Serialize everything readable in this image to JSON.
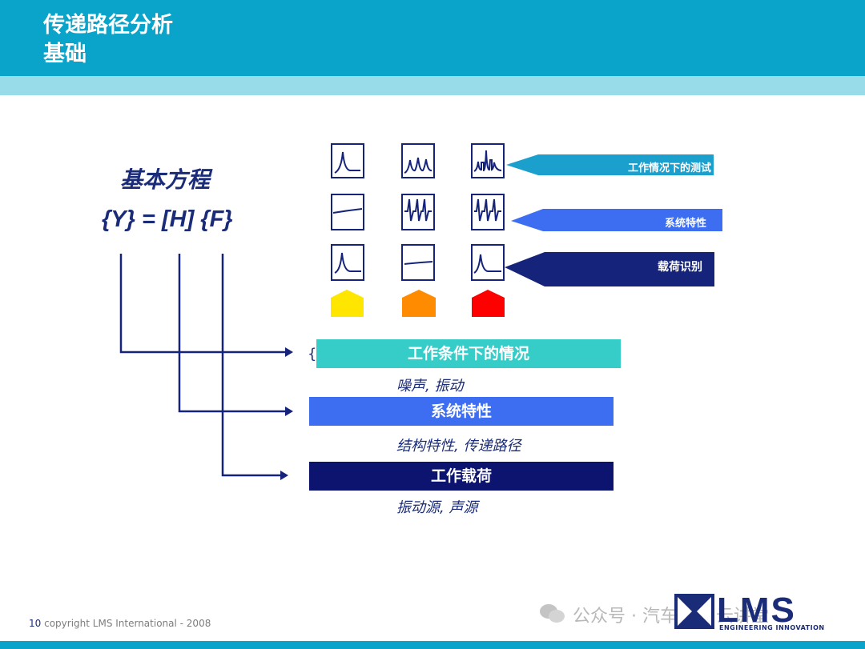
{
  "header": {
    "title_line1": "传递路径分析",
    "title_line2": "基础"
  },
  "equation": {
    "title": "基本方程",
    "formula": "{Y} = [H] {F}"
  },
  "bars": {
    "operating": {
      "label": "工作条件下的情况",
      "desc": "噪声, 振动",
      "color": "#36cdc9"
    },
    "system": {
      "label": "系统特性",
      "desc": "结构特性, 传递路径",
      "color": "#3d6ef2"
    },
    "load": {
      "label": "工作载荷",
      "desc": "振动源, 声源",
      "color": "#0d1470"
    }
  },
  "stray": {
    "brace": "{"
  },
  "arrows": {
    "test": {
      "label": "工作情况下的测试",
      "color": "#1b9fcc"
    },
    "system": {
      "label": "系统特性",
      "color": "#3d6ef2"
    },
    "load": {
      "label": "载荷识别",
      "color": "#15247a"
    }
  },
  "icons": {
    "source_colors": [
      "#ffe600",
      "#ff8c00",
      "#ff0000"
    ]
  },
  "footer": {
    "page_number": "10",
    "copyright": "copyright LMS International - 2008"
  },
  "watermark": {
    "text": "公众号 · 汽车NVH云讲堂"
  },
  "logo": {
    "name": "LMS",
    "tagline": "ENGINEERING INNOVATION"
  }
}
